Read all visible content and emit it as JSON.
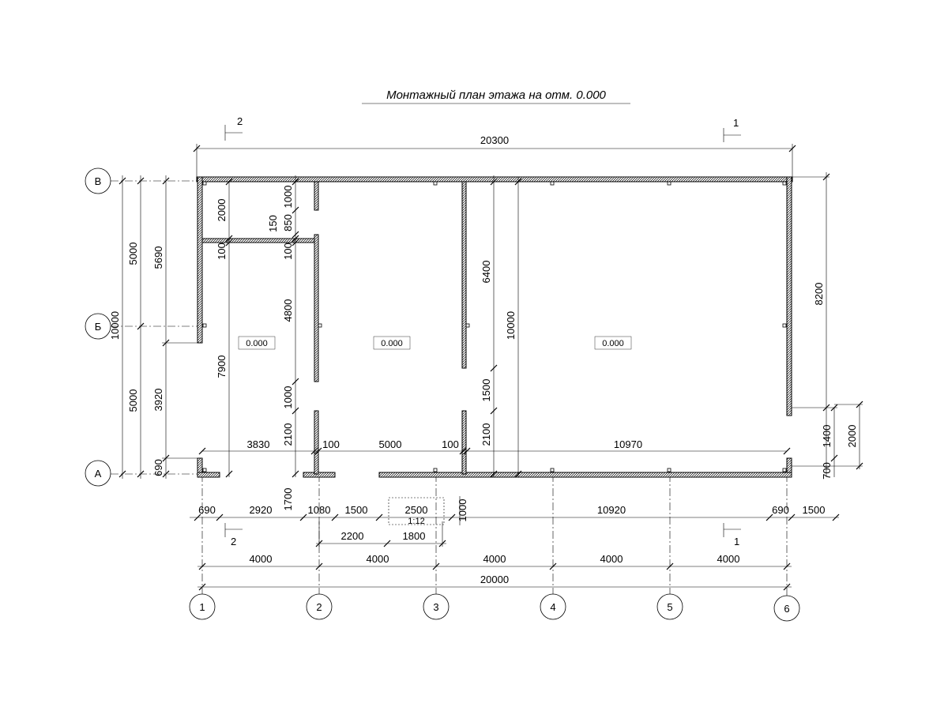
{
  "title": "Монтажный план этажа на отм. 0.000",
  "axes": {
    "columns": [
      "1",
      "2",
      "3",
      "4",
      "5",
      "6"
    ],
    "rows": [
      "В",
      "Б",
      "А"
    ]
  },
  "sections": {
    "a": "1",
    "b": "2"
  },
  "rooms": [
    "0.000",
    "0.000",
    "0.000"
  ],
  "ramp_slope": "1:12",
  "dims": {
    "top_overall": "20300",
    "bottom_spans": [
      "4000",
      "4000",
      "4000",
      "4000",
      "4000"
    ],
    "bottom_overall": "20000",
    "left_total": "10000",
    "left_upper": "5000",
    "left_lower": "5000",
    "left_5690": "5690",
    "left_3920": "3920",
    "left_690": "690",
    "bottom_row1": [
      "690",
      "2920",
      "1080",
      "1500",
      "2500",
      "10920",
      "690",
      "1500"
    ],
    "bottom_row2": [
      "2200",
      "1800"
    ],
    "interior_row": [
      "3830",
      "100",
      "5000",
      "100",
      "10970"
    ],
    "v_2000": "2000",
    "v_100_a": "100",
    "v_7900": "7900",
    "v_1000_top": "1000",
    "v_850": "850",
    "v_150": "150",
    "v_100_b": "100",
    "v_4800": "4800",
    "v_1000_mid": "1000",
    "v_2100_a": "2100",
    "v_1700": "1700",
    "v_6400": "6400",
    "v_10000_in": "10000",
    "v_1500": "1500",
    "v_2100_b": "2100",
    "v_1000_ramp": "1000",
    "right_8200": "8200",
    "right_1400": "1400",
    "right_2000": "2000",
    "right_700": "700"
  }
}
